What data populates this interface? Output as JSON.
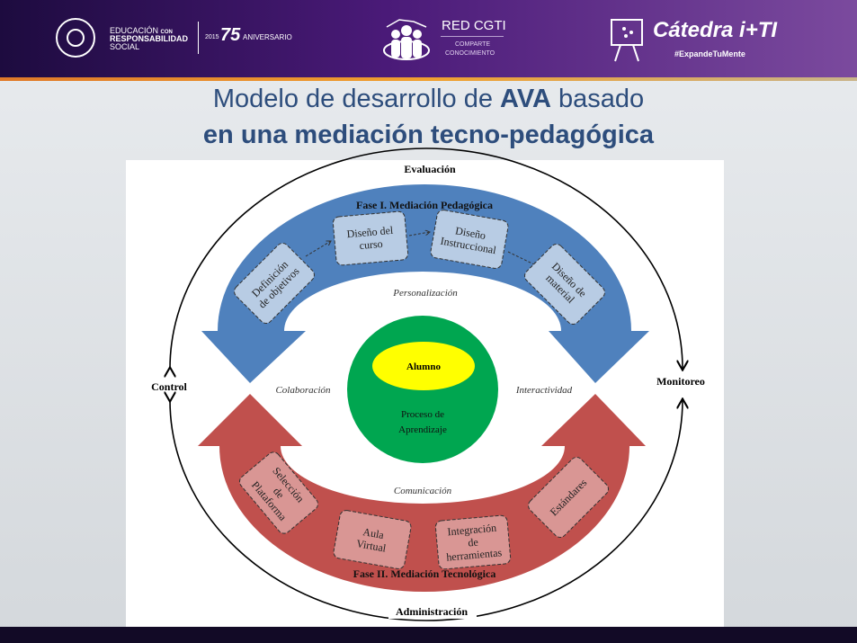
{
  "header": {
    "edu_line1": "EDUCACIÓN",
    "edu_con": "CON",
    "edu_line2": "RESPONSABILIDAD",
    "edu_line3": "SOCIAL",
    "year": "2015",
    "anniv_num": "75",
    "anniv_label": "ANIVERSARIO",
    "red_title": "RED CGTI",
    "red_sub1": "COMPARTE",
    "red_sub2": "CONOCIMIENTO",
    "catedra": "Cátedra i+TI",
    "hashtag": "#ExpandeTuMente"
  },
  "title": {
    "line1_pre": "Modelo de desarrollo de ",
    "line1_bold": "AVA",
    "line1_post": " basado",
    "line2": "en una mediación tecno-pedagógica"
  },
  "diagram": {
    "outer": {
      "top": "Evaluación",
      "left": "Control",
      "right": "Monitoreo",
      "bottom": "Administración"
    },
    "phase1": {
      "title": "Fase I. Mediación Pedagógica",
      "color": "#4f81bd",
      "boxes": [
        {
          "lines": [
            "Definición",
            "de objetivos"
          ]
        },
        {
          "lines": [
            "Diseño del",
            "curso"
          ]
        },
        {
          "lines": [
            "Diseño",
            "Instruccional"
          ]
        },
        {
          "lines": [
            "Diseño de",
            "material"
          ]
        }
      ]
    },
    "phase2": {
      "title": "Fase II. Mediación Tecnológica",
      "color": "#c0504d",
      "boxes": [
        {
          "lines": [
            "Selección",
            "de",
            "Plataforma"
          ]
        },
        {
          "lines": [
            "Aula",
            "Virtual"
          ]
        },
        {
          "lines": [
            "Integración",
            "de",
            "herramientas"
          ]
        },
        {
          "lines": [
            "Estándares"
          ]
        }
      ]
    },
    "center": {
      "inner": "Alumno",
      "outer_line1": "Proceso de",
      "outer_line2": "Aprendizaje",
      "green": "#00a650",
      "yellow": "#ffff00"
    },
    "principles": {
      "top": "Personalización",
      "left": "Colaboración",
      "right": "Interactividad",
      "bottom": "Comunicación"
    }
  }
}
